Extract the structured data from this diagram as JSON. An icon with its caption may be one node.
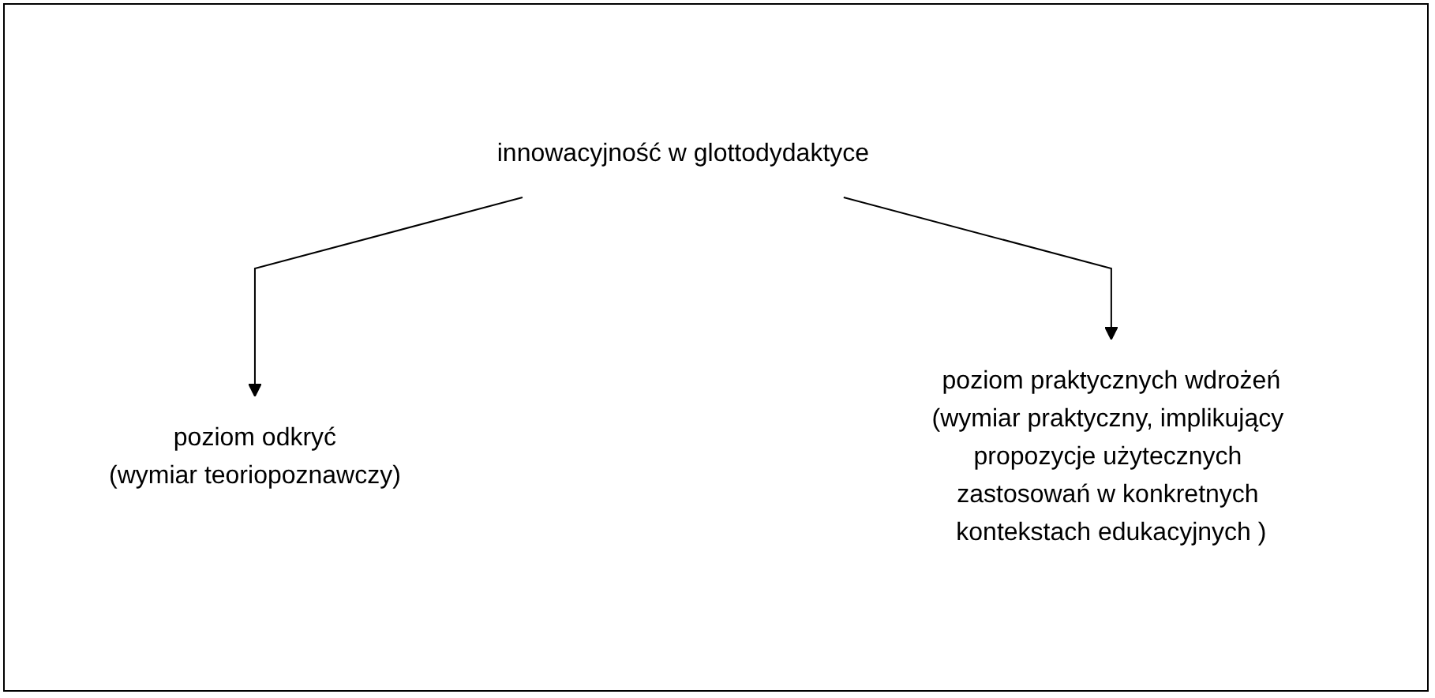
{
  "diagram": {
    "nodes": [
      {
        "text": [
          "innowacyjność w glottodydaktyce"
        ]
      },
      {
        "text": [
          "poziom odkryć",
          "(wymiar teoriopoznawczy)"
        ]
      },
      {
        "text": [
          "poziom praktycznych wdrożeń",
          "(wymiar praktyczny, implikujący propozycje użytecznych zastosowań w konkretnych kontekstach edukacyjnych )"
        ]
      }
    ],
    "edges": [
      {
        "from": 0,
        "to": 1,
        "arrow": "to"
      },
      {
        "from": 0,
        "to": 2,
        "arrow": "to"
      }
    ]
  }
}
